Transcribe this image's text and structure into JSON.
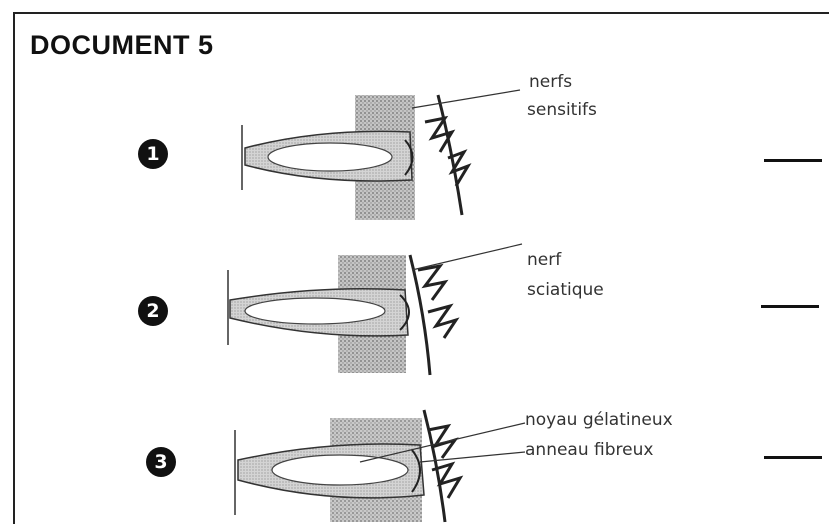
{
  "document": {
    "title": "DOCUMENT 5",
    "panels": [
      {
        "number": "1",
        "labels": [
          "nerfs",
          "sensitifs"
        ]
      },
      {
        "number": "2",
        "labels": [
          "nerf",
          "sciatique"
        ]
      },
      {
        "number": "3",
        "labels": [
          "noyau gélatineux",
          "anneau fibreux"
        ]
      }
    ]
  }
}
